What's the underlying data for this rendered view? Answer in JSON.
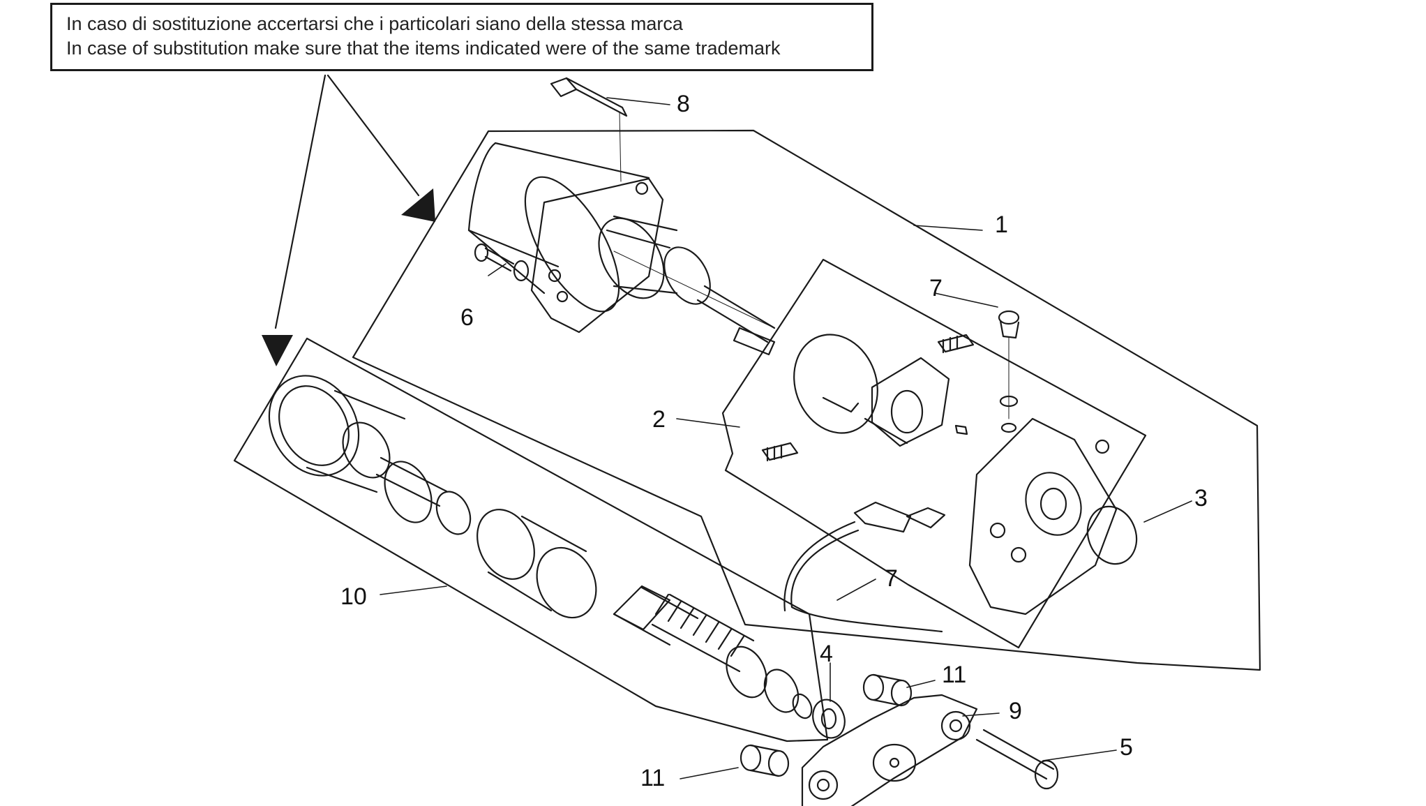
{
  "notice": {
    "line_it": "In caso di sostituzione accertarsi che i particolari siano della stessa marca",
    "line_en": "In case of substitution make sure that the items indicated were of the same trademark"
  },
  "callouts": [
    {
      "id": "c1",
      "label": "1"
    },
    {
      "id": "c2",
      "label": "2"
    },
    {
      "id": "c3",
      "label": "3"
    },
    {
      "id": "c4",
      "label": "4"
    },
    {
      "id": "c5",
      "label": "5"
    },
    {
      "id": "c6",
      "label": "6"
    },
    {
      "id": "c7a",
      "label": "7"
    },
    {
      "id": "c7b",
      "label": "7"
    },
    {
      "id": "c8",
      "label": "8"
    },
    {
      "id": "c9",
      "label": "9"
    },
    {
      "id": "c10",
      "label": "10"
    },
    {
      "id": "c11a",
      "label": "11"
    },
    {
      "id": "c11b",
      "label": "11"
    }
  ],
  "colors": {
    "ink": "#1a1a1a",
    "paper": "#ffffff"
  }
}
